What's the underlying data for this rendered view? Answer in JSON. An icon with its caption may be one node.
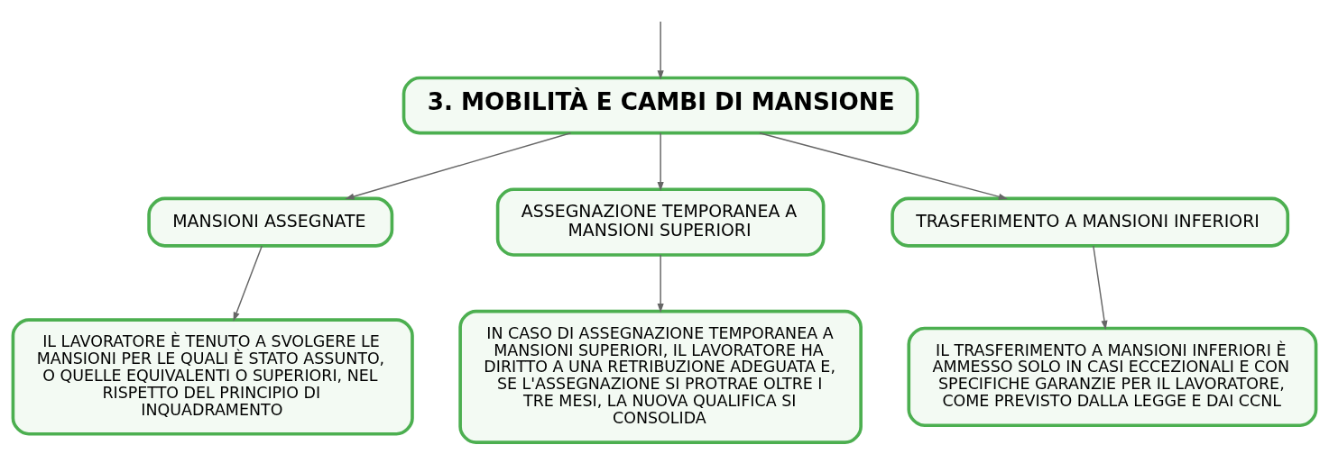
{
  "diagram": {
    "nodes": [
      {
        "text": [
          "3. MOBILITÀ E CAMBI DI MANSIONE"
        ]
      },
      {
        "text": [
          "MANSIONI ASSEGNATE"
        ]
      },
      {
        "text": [
          "ASSEGNAZIONE TEMPORANEA A MANSIONI SUPERIORI"
        ]
      },
      {
        "text": [
          "TRASFERIMENTO A MANSIONI INFERIORI"
        ]
      },
      {
        "text": [
          "IL LAVORATORE È TENUTO A SVOLGERE LE MANSIONI PER LE QUALI È STATO ASSUNTO, O QUELLE EQUIVALENTI O SUPERIORI, NEL RISPETTO DEL PRINCIPIO DI INQUADRAMENTO"
        ]
      },
      {
        "text": [
          "IN CASO DI ASSEGNAZIONE TEMPORANEA A MANSIONI SUPERIORI, IL LAVORATORE HA DIRITTO A UNA RETRIBUZIONE ADEGUATA E, SE L'ASSEGNAZIONE SI PROTRAE OLTRE I TRE MESI, LA NUOVA QUALIFICA SI CONSOLIDA"
        ]
      },
      {
        "text": [
          "IL TRASFERIMENTO A MANSIONI INFERIORI È AMMESSO SOLO IN CASI ECCEZIONALI E CON SPECIFICHE GARANZIE PER IL LAVORATORE, COME PREVISTO DALLA LEGGE E DAI CCNL"
        ]
      }
    ],
    "edges": [
      {
        "from": null,
        "to": 0,
        "arrow": "to"
      },
      {
        "from": 0,
        "to": 1,
        "arrow": "to"
      },
      {
        "from": 0,
        "to": 2,
        "arrow": "to"
      },
      {
        "from": 0,
        "to": 3,
        "arrow": "to"
      },
      {
        "from": 1,
        "to": 4,
        "arrow": "to"
      },
      {
        "from": 2,
        "to": 5,
        "arrow": "to"
      },
      {
        "from": 3,
        "to": 6,
        "arrow": "to"
      }
    ]
  }
}
